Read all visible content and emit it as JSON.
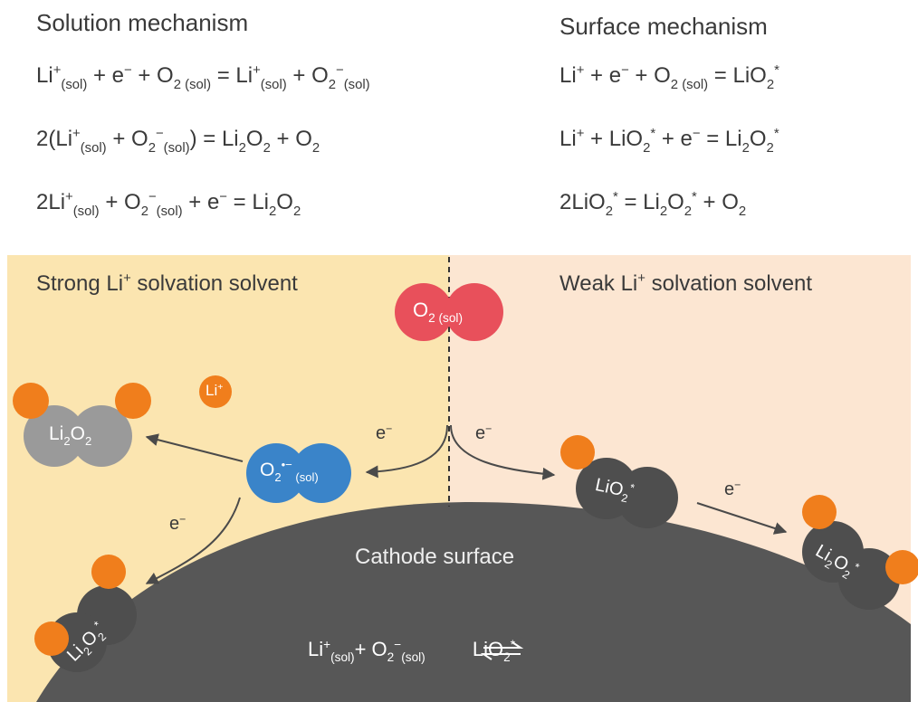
{
  "solution": {
    "header": "Solution mechanism",
    "eq1": {
      "a": "Li",
      "a_sup": "+",
      "a_sub": "(sol)",
      "b": " + e",
      "b_sup": "−",
      "c": " + O",
      "c_sub": "2 (sol)",
      "d": " = Li",
      "d_sup": "+",
      "d_sub": "(sol)",
      "e": " + O",
      "e_sub": "2",
      "e_sup": "−",
      "e_sub2": "(sol)"
    },
    "eq2": {
      "a": "2(Li",
      "a_sup": "+",
      "a_sub": "(sol)",
      "b": " + O",
      "b_sub": "2",
      "b_sup": "−",
      "b_sub2": "(sol)",
      "c": ") = Li",
      "c_sub": "2",
      "d": "O",
      "d_sub": "2",
      "e": " + O",
      "e_sub": "2"
    },
    "eq3": {
      "a": "2Li",
      "a_sup": "+",
      "a_sub": "(sol)",
      "b": " + O",
      "b_sub": "2",
      "b_sup": "−",
      "b_sub2": "(sol)",
      "c": " + e",
      "c_sup": "−",
      "d": " = Li",
      "d_sub": "2",
      "e": "O",
      "e_sub": "2"
    }
  },
  "surface": {
    "header": "Surface mechanism",
    "eq1": {
      "a": "Li",
      "a_sup": "+",
      "b": " + e",
      "b_sup": "−",
      "c": " + O",
      "c_sub": "2 (sol)",
      "d": " = LiO",
      "d_sub": "2",
      "d_sup": "*"
    },
    "eq2": {
      "a": "Li",
      "a_sup": "+",
      "b": " + LiO",
      "b_sub": "2",
      "b_sup": "*",
      "c": "  + e",
      "c_sup": "−",
      "d": " = Li",
      "d_sub": "2",
      "e": "O",
      "e_sub": "2",
      "e_sup": "*"
    },
    "eq3": {
      "a": "2LiO",
      "a_sub": "2",
      "a_sup": "*",
      "b": " = Li",
      "b_sub": "2",
      "c": "O",
      "c_sub": "2",
      "c_sup": "*",
      "d": " + O",
      "d_sub": "2"
    }
  },
  "panel": {
    "left_label": {
      "a": "Strong Li",
      "a_sup": "+",
      "b": " solvation solvent"
    },
    "right_label": {
      "a": "Weak Li",
      "a_sup": "+",
      "b": " solvation solvent"
    },
    "cathode_label": "Cathode surface",
    "o2_sol": {
      "a": "O",
      "a_sub": "2 (sol)"
    },
    "li_ion": {
      "a": "Li",
      "a_sup": "+"
    },
    "li2o2_free": {
      "a": "Li",
      "a_sub": "2",
      "b": "O",
      "b_sub": "2"
    },
    "o2_radical": {
      "a": "O",
      "a_sub": "2",
      "a_sup": "•−",
      "b": " (sol)"
    },
    "lio2_surf": {
      "a": "LiO",
      "a_sub": "2",
      "a_sup": "*"
    },
    "li2o2_surf_left": {
      "a": "Li",
      "a_sub": "2",
      "b": "O",
      "b_sub": "2",
      "b_sup": "*"
    },
    "li2o2_surf_right": {
      "a": "Li",
      "a_sub": "2",
      "b": "O",
      "b_sub": "2",
      "b_sup": "*"
    },
    "electron_labels": {
      "left_top": "e",
      "right_top": "e",
      "left_down": "e",
      "right_mid": "e",
      "sup": "−"
    },
    "equilibrium": {
      "a": "Li",
      "a_sup": "+",
      "a_sub": "(sol)",
      "b": "+ O",
      "b_sub": "2",
      "b_sup": "−",
      "b_sub2": "(sol)",
      "c": " LiO",
      "c_sub": "2",
      "c_sup": "*"
    }
  },
  "colors": {
    "left_bg": "#fbe5b0",
    "right_bg": "#fce6d2",
    "cathode": "#575757",
    "li_ion": "#f07e1c",
    "o2": "#e8505b",
    "superoxide": "#3a84c9",
    "li2o2_gray": "#9a9a9a",
    "surface_species": "#4e4e4e"
  }
}
